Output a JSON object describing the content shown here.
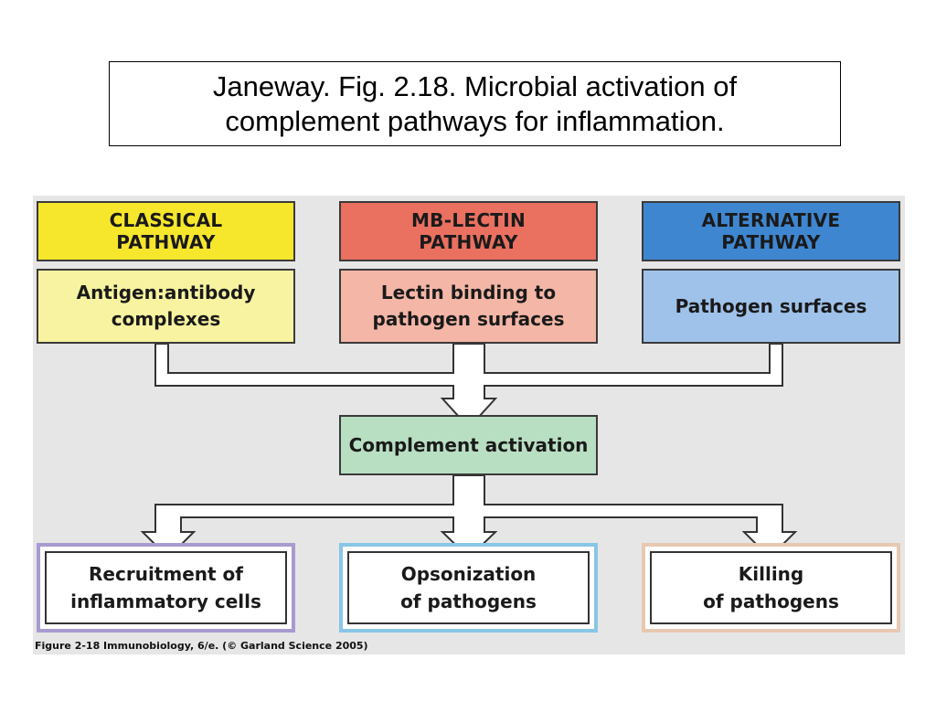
{
  "slide_title": {
    "line1": "Janeway. Fig. 2.18. Microbial activation of",
    "line2": "complement pathways for inflammation."
  },
  "pathways": [
    {
      "header1": "CLASSICAL",
      "header2": "PATHWAY",
      "trigger1": "Antigen:antibody",
      "trigger2": "complexes",
      "header_color": "#f6e62c",
      "trigger_color": "#f7f3a0"
    },
    {
      "header1": "MB-LECTIN",
      "header2": "PATHWAY",
      "trigger1": "Lectin binding to",
      "trigger2": "pathogen surfaces",
      "header_color": "#ea7060",
      "trigger_color": "#f4b6a6"
    },
    {
      "header1": "ALTERNATIVE",
      "header2": "PATHWAY",
      "trigger1": "Pathogen surfaces",
      "trigger2": "",
      "header_color": "#3f86d0",
      "trigger_color": "#9fc2ea"
    }
  ],
  "central": {
    "label": "Complement  activation",
    "color": "#b9dfc2"
  },
  "outcomes": [
    {
      "line1": "Recruitment of",
      "line2": "inflammatory cells",
      "border_color": "#a99ad0"
    },
    {
      "line1": "Opsonization",
      "line2": "of  pathogens",
      "border_color": "#88c6e6"
    },
    {
      "line1": "Killing",
      "line2": "of  pathogens",
      "border_color": "#e8c8b0"
    }
  ],
  "caption": "Figure 2-18  Immunobiology, 6/e. (© Garland Science 2005)"
}
